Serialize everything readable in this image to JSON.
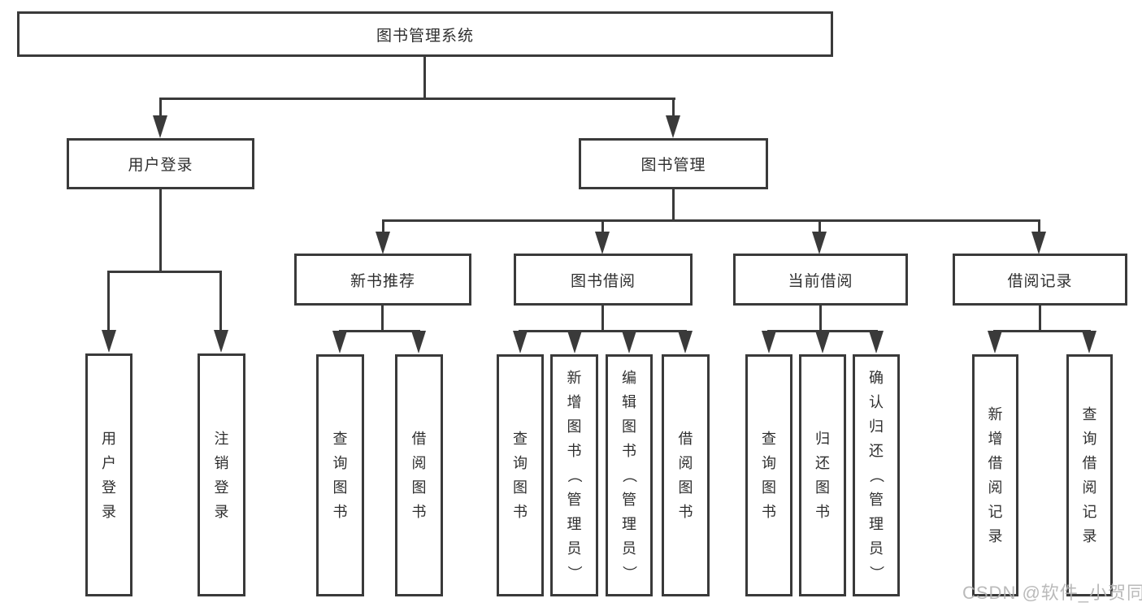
{
  "title": "图书管理系统",
  "level2": {
    "user_login": "用户登录",
    "book_management": "图书管理"
  },
  "level3": {
    "new_book_recommend": "新书推荐",
    "book_borrow": "图书借阅",
    "current_borrow": "当前借阅",
    "borrow_record": "借阅记录"
  },
  "leaves": {
    "user_login": [
      "用户登录",
      "注销登录"
    ],
    "new_book_recommend": [
      "查询图书",
      "借阅图书"
    ],
    "book_borrow": [
      "查询图书",
      "新增图书（管理员）",
      "编辑图书（管理员）",
      "借阅图书"
    ],
    "current_borrow": [
      "查询图书",
      "归还图书",
      "确认归还（管理员）"
    ],
    "borrow_record": [
      "新增借阅记录",
      "查询借阅记录"
    ]
  },
  "watermark": "CSDN @软件_小贺同学",
  "colors": {
    "line": "#3a3a3a",
    "text": "#2f2f2f",
    "watermark": "#b3b3b3",
    "background": "#ffffff"
  }
}
